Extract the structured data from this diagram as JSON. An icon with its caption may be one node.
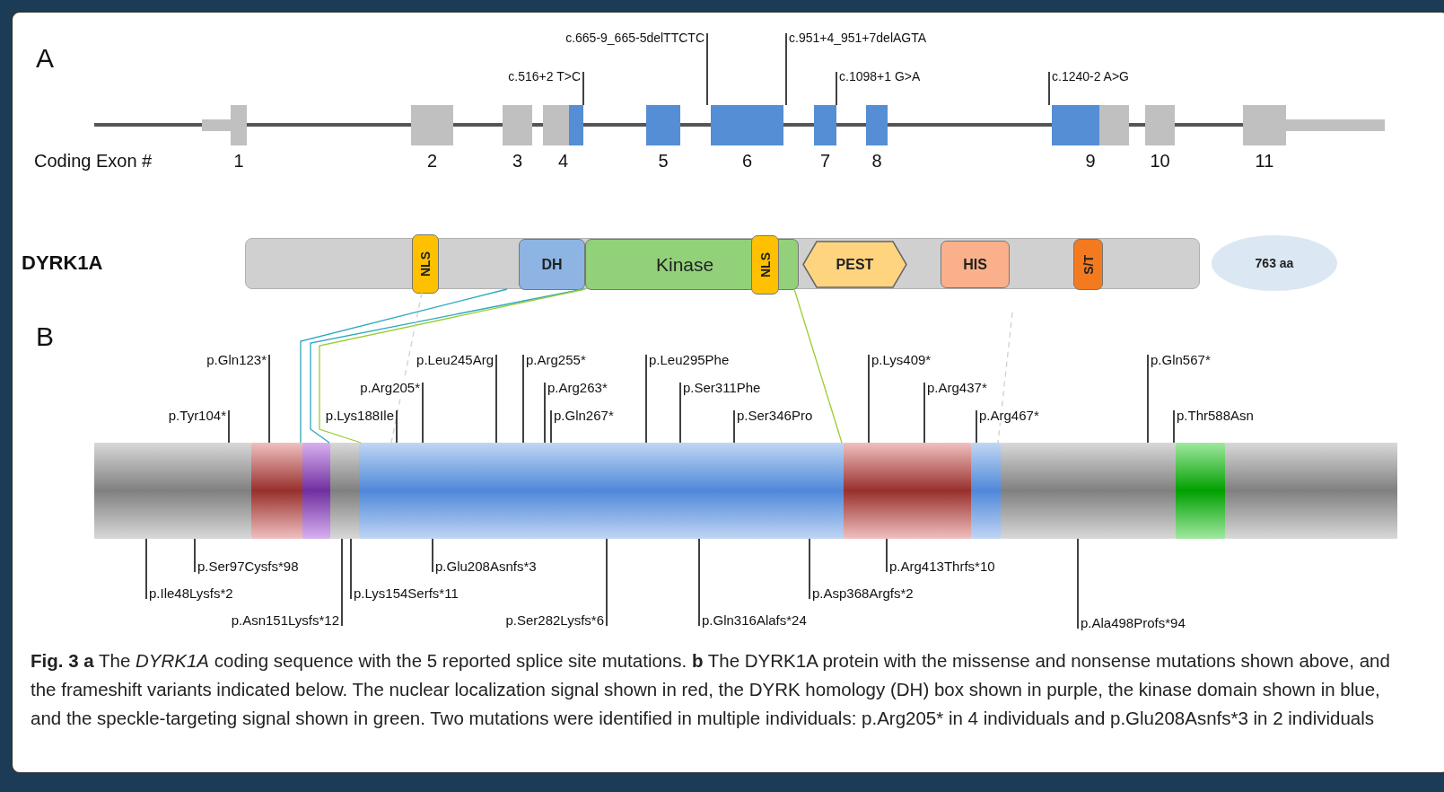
{
  "diagram": {
    "caption": "**Fig. 3 a** The *DYRK1A* coding sequence with the 5 reported splice site mutations. **b** The DYRK1A protein with the missense and nonsense mutations shown above, and the frameshift variants indicated below. The nuclear localization signal shown in red, the DYRK homology (DH) box shown in purple, the kinase domain shown in blue, and the speckle-targeting signal shown in green. Two mutations were identified in multiple individuals: p.Arg205* in 4 individuals and p.Glu208Asnfs*3 in 2 individuals",
    "nodes": [
      {
        "text": [
          "c.665-9_665-5delTTCTC"
        ]
      },
      {
        "text": [
          "c.951+4_951+7delAGTA"
        ]
      },
      {
        "text": [
          "c.516+2 T>C"
        ]
      },
      {
        "text": [
          "c.1098+1 G>A"
        ]
      },
      {
        "text": [
          "c.1240-2 A>G"
        ]
      },
      {
        "text": [],
        "shape": "box",
        "beside": [
          "1"
        ]
      },
      {
        "text": [],
        "shape": "box",
        "beside": [
          "2"
        ]
      },
      {
        "text": [],
        "shape": "box",
        "beside": [
          "3"
        ]
      },
      {
        "text": [],
        "shape": "box",
        "beside": [
          "4"
        ]
      },
      {
        "text": [],
        "shape": "box",
        "beside": [
          "5"
        ]
      },
      {
        "text": [],
        "shape": "box",
        "beside": [
          "6"
        ]
      },
      {
        "text": [],
        "shape": "box",
        "beside": [
          "7"
        ]
      },
      {
        "text": [],
        "shape": "box",
        "beside": [
          "8"
        ]
      },
      {
        "text": [],
        "shape": "box",
        "beside": [
          "9"
        ]
      },
      {
        "text": [],
        "shape": "box",
        "beside": [
          "10"
        ]
      },
      {
        "text": [],
        "shape": "box",
        "beside": [
          "11"
        ]
      },
      {
        "text": [],
        "shape": "bar"
      },
      {
        "text": [
          "NLS"
        ],
        "in": 16
      },
      {
        "text": [
          "DH"
        ],
        "in": 16
      },
      {
        "text": [
          "Kinase"
        ],
        "in": 16
      },
      {
        "text": [
          "NLS"
        ],
        "in": 19
      },
      {
        "text": [
          "PEST"
        ],
        "in": 16
      },
      {
        "text": [
          "HIS"
        ],
        "in": 16
      },
      {
        "text": [
          "S/T"
        ],
        "in": 16
      },
      {
        "text": [
          "763 aa"
        ]
      },
      {
        "text": [],
        "shape": "bar"
      },
      {
        "text": [],
        "shape": "bar",
        "in": 25
      },
      {
        "text": [],
        "shape": "bar",
        "in": 25
      },
      {
        "text": [],
        "shape": "bar",
        "in": 25
      },
      {
        "text": [],
        "shape": "bar",
        "in": 25
      },
      {
        "text": [],
        "shape": "bar",
        "in": 25
      },
      {
        "text": [],
        "shape": "bar",
        "in": 25
      },
      {
        "text": [],
        "shape": "bar",
        "in": 25
      },
      {
        "text": [],
        "shape": "bar",
        "in": 25
      },
      {
        "text": [],
        "shape": "bar",
        "in": 25
      },
      {
        "text": [],
        "shape": "bar",
        "in": 25
      },
      {
        "text": [
          "p.Gln123*"
        ]
      },
      {
        "text": [
          "p.Leu245Arg"
        ]
      },
      {
        "text": [
          "p.Arg255*"
        ]
      },
      {
        "text": [
          "p.Leu295Phe"
        ]
      },
      {
        "text": [
          "p.Lys409*"
        ]
      },
      {
        "text": [
          "p.Gln567*"
        ]
      },
      {
        "text": [
          "p.Arg205*"
        ]
      },
      {
        "text": [
          "p.Arg263*"
        ]
      },
      {
        "text": [
          "p.Ser311Phe"
        ]
      },
      {
        "text": [
          "p.Arg437*"
        ]
      },
      {
        "text": [
          "p.Tyr104*"
        ]
      },
      {
        "text": [
          "p.Lys188Ile"
        ]
      },
      {
        "text": [
          "p.Gln267*"
        ]
      },
      {
        "text": [
          "p.Ser346Pro"
        ]
      },
      {
        "text": [
          "p.Arg467*"
        ]
      },
      {
        "text": [
          "p.Thr588Asn"
        ]
      },
      {
        "text": [
          "p.Ser97Cysfs*98"
        ]
      },
      {
        "text": [
          "p.Glu208Asnfs*3"
        ]
      },
      {
        "text": [
          "p.Arg413Thrfs*10"
        ]
      },
      {
        "text": [
          "p.Ile48Lysfs*2"
        ]
      },
      {
        "text": [
          "p.Lys154Serfs*11"
        ]
      },
      {
        "text": [
          "p.Asp368Argfs*2"
        ]
      },
      {
        "text": [
          "p.Asn151Lysfs*12"
        ]
      },
      {
        "text": [
          "p.Ser282Lysfs*6"
        ]
      },
      {
        "text": [
          "p.Gln316Alafs*24"
        ]
      },
      {
        "text": [
          "p.Ala498Profs*94"
        ]
      }
    ],
    "edges": [
      {
        "from": 0,
        "to": 10,
        "arrow": "none"
      },
      {
        "from": 1,
        "to": 10,
        "arrow": "none"
      },
      {
        "from": 2,
        "to": 8,
        "arrow": "none"
      },
      {
        "from": 3,
        "to": 11,
        "arrow": "none"
      },
      {
        "from": 4,
        "to": 13,
        "arrow": "none"
      },
      {
        "from": 18,
        "to": 28,
        "arrow": "none",
        "color": "#2aa7c0"
      },
      {
        "from": 18,
        "to": 28,
        "arrow": "none",
        "color": "#2aa7c0"
      },
      {
        "from": 19,
        "to": 30,
        "arrow": "none",
        "color": "#9acd32"
      },
      {
        "from": 19,
        "to": 30,
        "arrow": "none",
        "color": "#9acd32"
      },
      {
        "from": 17,
        "to": 30,
        "arrow": "none",
        "style": "dashed",
        "color": "#d0d0d0"
      },
      {
        "from": 22,
        "to": 32,
        "arrow": "none",
        "style": "dashed",
        "color": "#d0d0d0"
      },
      {
        "from": 36,
        "to": 25,
        "arrow": "none"
      },
      {
        "from": 37,
        "to": 25,
        "arrow": "none"
      },
      {
        "from": 38,
        "to": 25,
        "arrow": "none"
      },
      {
        "from": 39,
        "to": 25,
        "arrow": "none"
      },
      {
        "from": 40,
        "to": 25,
        "arrow": "none"
      },
      {
        "from": 41,
        "to": 25,
        "arrow": "none"
      },
      {
        "from": 42,
        "to": 25,
        "arrow": "none"
      },
      {
        "from": 43,
        "to": 25,
        "arrow": "none"
      },
      {
        "from": 44,
        "to": 25,
        "arrow": "none"
      },
      {
        "from": 45,
        "to": 25,
        "arrow": "none"
      },
      {
        "from": 46,
        "to": 25,
        "arrow": "none"
      },
      {
        "from": 47,
        "to": 25,
        "arrow": "none"
      },
      {
        "from": 48,
        "to": 25,
        "arrow": "none"
      },
      {
        "from": 49,
        "to": 25,
        "arrow": "none"
      },
      {
        "from": 50,
        "to": 25,
        "arrow": "none"
      },
      {
        "from": 51,
        "to": 25,
        "arrow": "none"
      },
      {
        "from": 52,
        "to": 25,
        "arrow": "none"
      },
      {
        "from": 53,
        "to": 25,
        "arrow": "none"
      },
      {
        "from": 54,
        "to": 25,
        "arrow": "none"
      },
      {
        "from": 55,
        "to": 25,
        "arrow": "none"
      },
      {
        "from": 56,
        "to": 25,
        "arrow": "none"
      },
      {
        "from": 57,
        "to": 25,
        "arrow": "none"
      },
      {
        "from": 58,
        "to": 25,
        "arrow": "none"
      },
      {
        "from": 59,
        "to": 25,
        "arrow": "none"
      },
      {
        "from": 60,
        "to": 25,
        "arrow": "none"
      },
      {
        "from": 61,
        "to": 25,
        "arrow": "none"
      }
    ],
    "labels": [
      "A",
      "Coding Exon #",
      "DYRK1A",
      "B"
    ]
  }
}
